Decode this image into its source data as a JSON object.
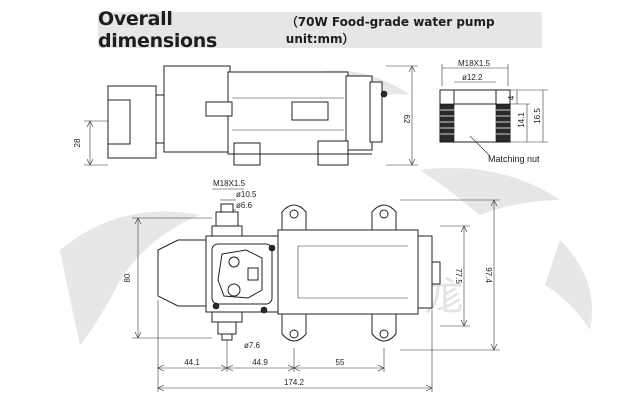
{
  "header": {
    "title": "Overall dimensions",
    "subtitle": "（70W Food-grade water pump   unit:mm）"
  },
  "side_view": {
    "height_total": "62",
    "height_inlet": "28"
  },
  "nut_detail": {
    "thread": "M18X1.5",
    "inner_dia": "ø12.2",
    "dim_a": "4",
    "dim_b": "14.1",
    "dim_c": "16.5",
    "callout": "Matching nut"
  },
  "top_view": {
    "thread": "M18X1.5",
    "dia_outer": "ø10.5",
    "dia_inner": "ø6.6",
    "dia_bottom": "ø7.6",
    "height_left": "80",
    "height_mid": "77.5",
    "height_right": "97.4",
    "len_a": "44.1",
    "len_b": "44.9",
    "len_c": "55",
    "len_total": "174.2"
  },
  "watermark": {
    "characters": "鋭 鈸 尨"
  }
}
